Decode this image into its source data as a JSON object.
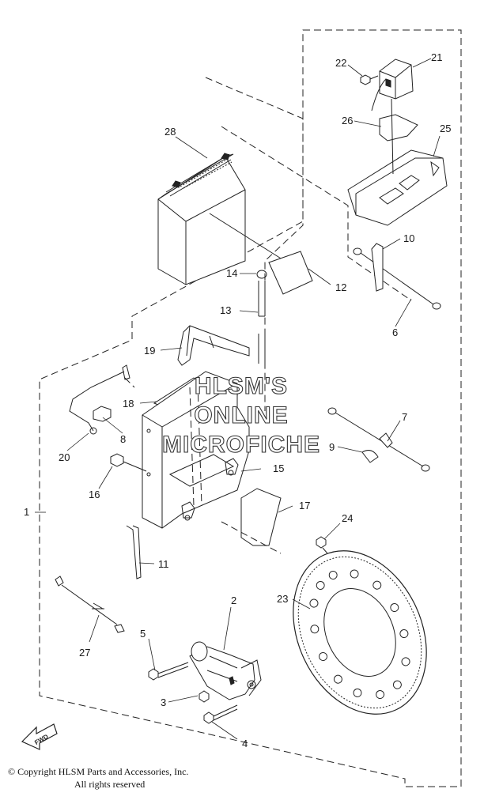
{
  "callouts": {
    "c1": "1",
    "c2": "2",
    "c3": "3",
    "c4": "4",
    "c5": "5",
    "c6": "6",
    "c7": "7",
    "c8": "8",
    "c9": "9",
    "c10": "10",
    "c11": "11",
    "c12": "12",
    "c13": "13",
    "c14": "14",
    "c15": "15",
    "c16": "16",
    "c17": "17",
    "c18": "18",
    "c19": "19",
    "c20": "20",
    "c21": "21",
    "c22": "22",
    "c23": "23",
    "c24": "24",
    "c25": "25",
    "c26": "26",
    "c27": "27",
    "c28": "28"
  },
  "watermark": {
    "line1": "HLSM'S",
    "line2": "ONLINE",
    "line3": "MICROFICHE"
  },
  "fwd_label": "FWD",
  "copyright": {
    "line1": "© Copyright HLSM Parts and Accessories, Inc.",
    "line2": "All rights reserved"
  }
}
